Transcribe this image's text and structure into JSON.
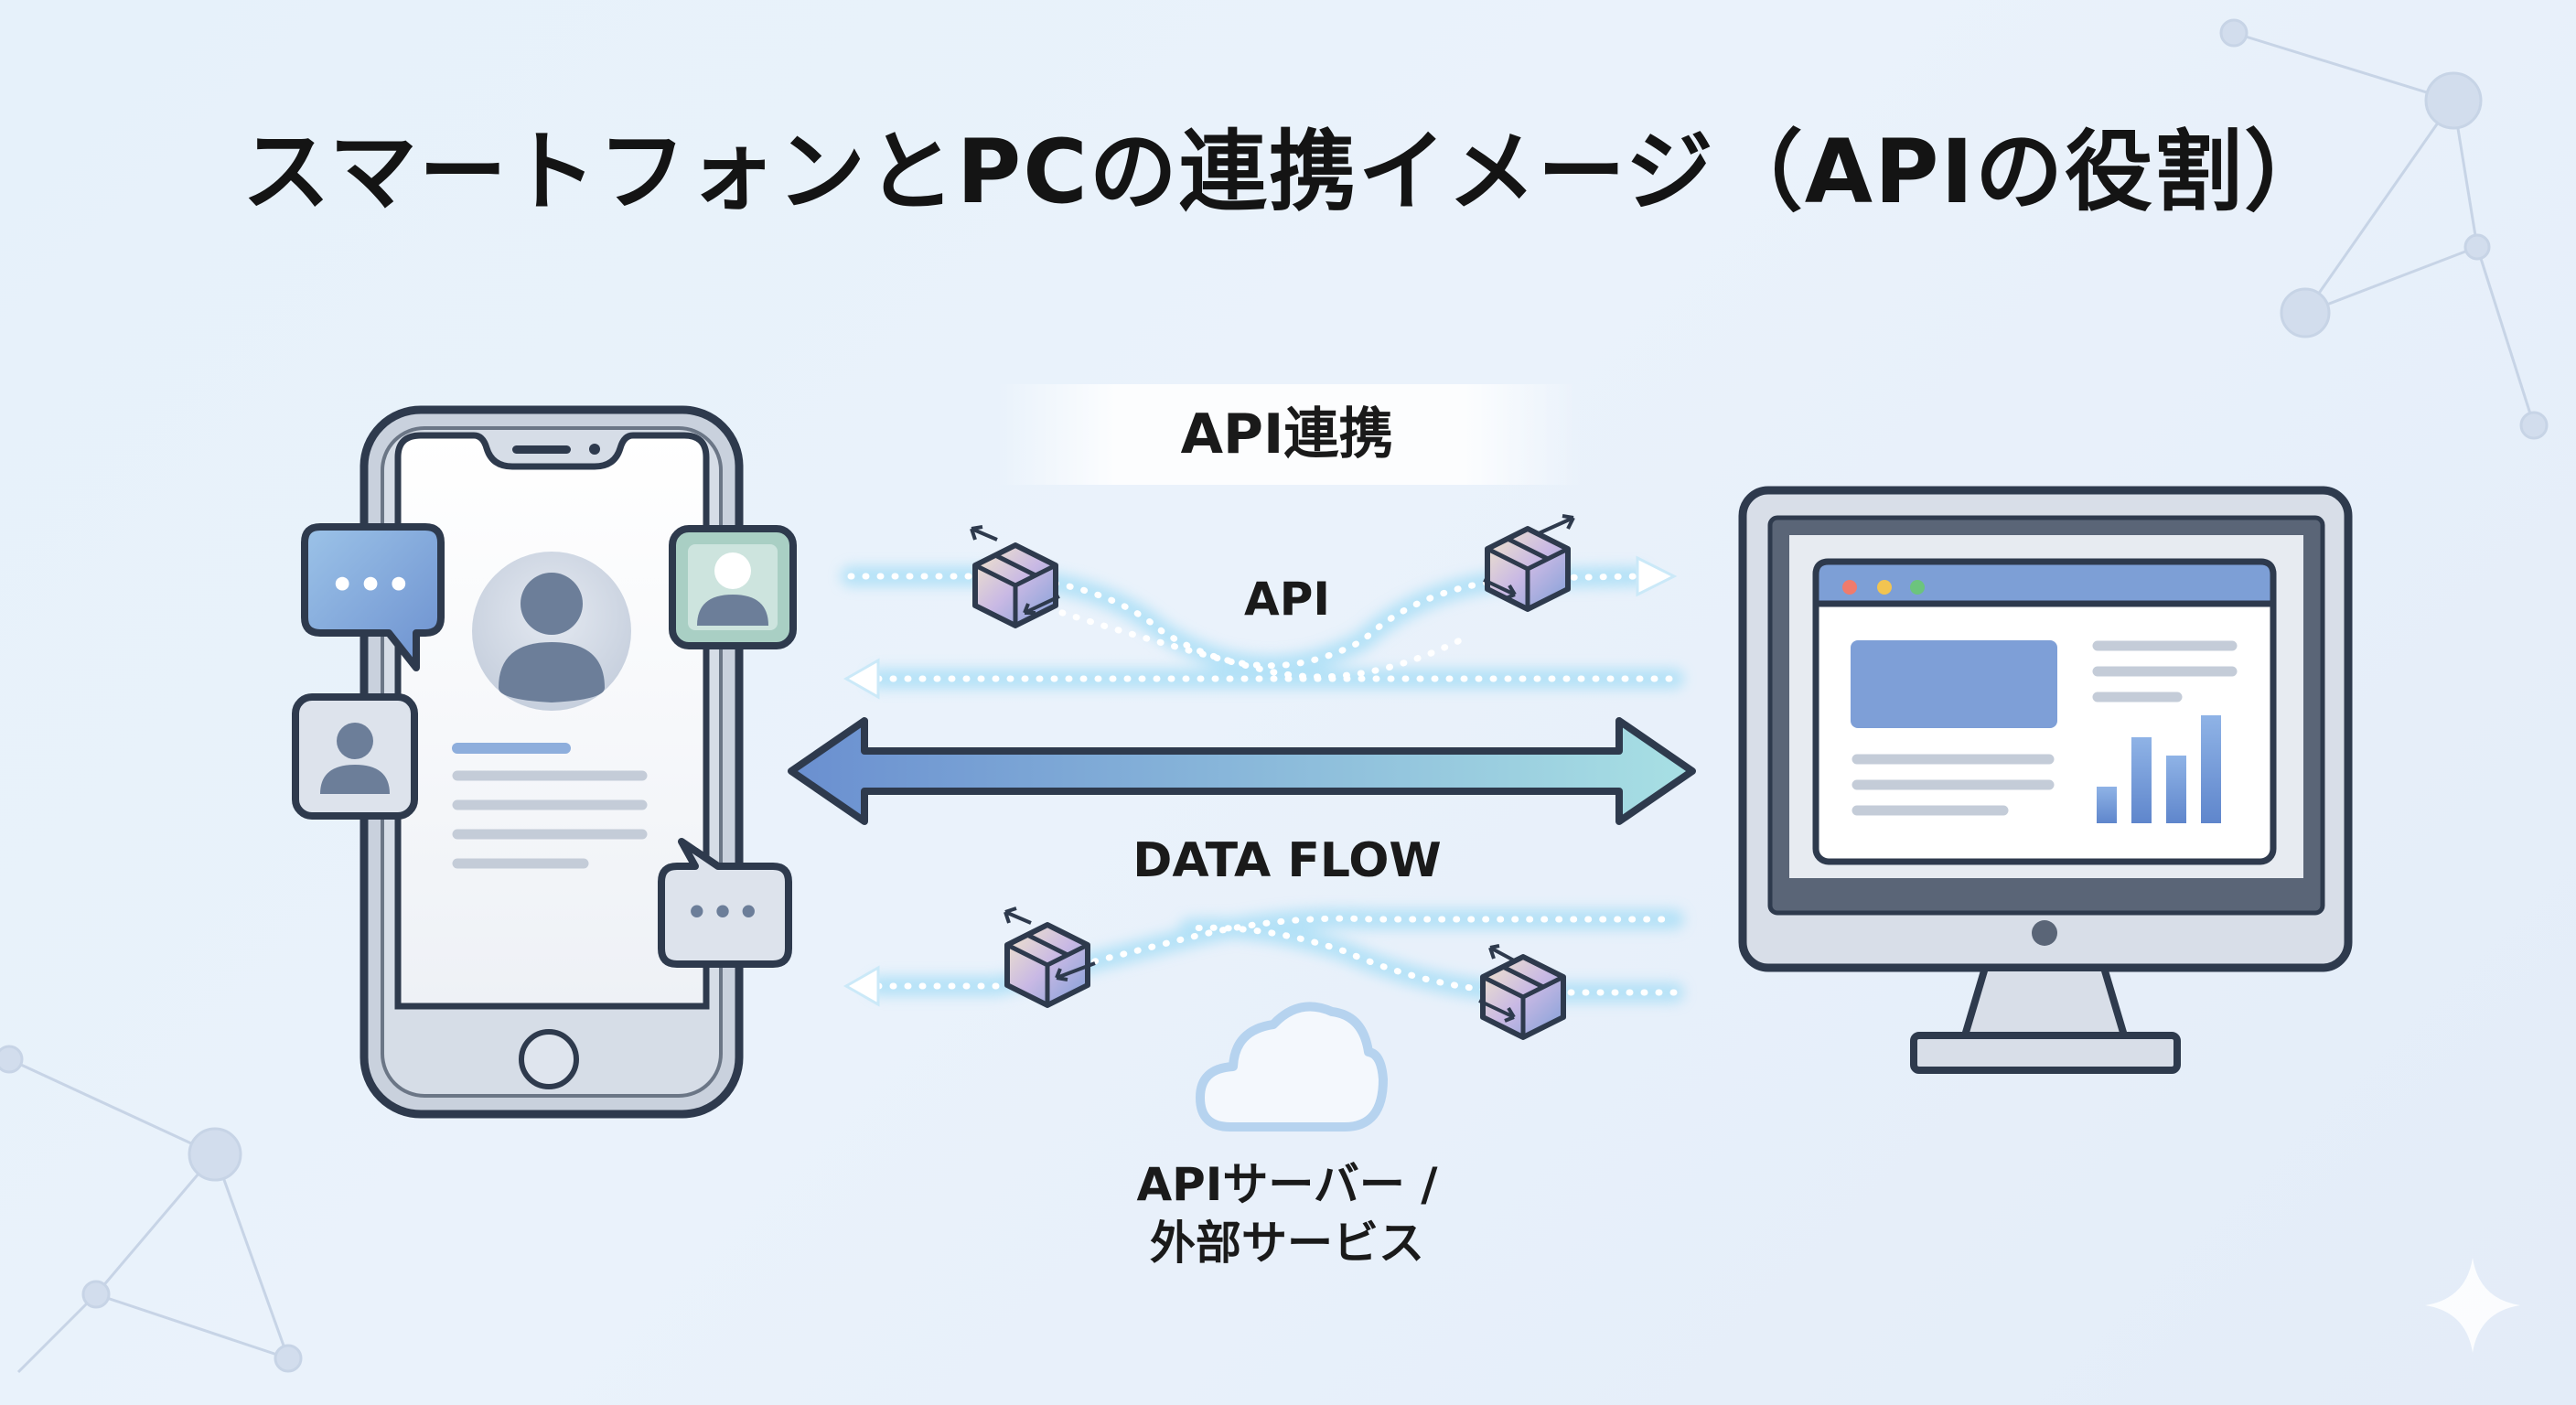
{
  "title": "スマートフォンとPCの連携イメージ（APIの役割）",
  "labels": {
    "api_link": "API連携",
    "api": "API",
    "data_flow": "DATA FLOW",
    "server_line1": "APIサーバー /",
    "server_line2": "外部サービス"
  },
  "smartphone": {
    "message_bubble_left": "•••",
    "message_bubble_right": "•••"
  },
  "colors": {
    "background": "#e6f1fa",
    "outline": "#2e3a4d",
    "device_frame": "#c8d0dc",
    "flow_glow": "#7fd3f5",
    "arrow_gradient_start": "#6a8fd0",
    "arrow_gradient_end": "#a8e0e4",
    "browser_dot_red": "#f07b6c",
    "browser_dot_yellow": "#f2c451",
    "browser_dot_green": "#6cc47d"
  },
  "icons": [
    "user-avatar-icon",
    "chat-bubble-icon",
    "package-box-icon",
    "cloud-icon",
    "sparkle-icon",
    "bar-chart-icon"
  ]
}
